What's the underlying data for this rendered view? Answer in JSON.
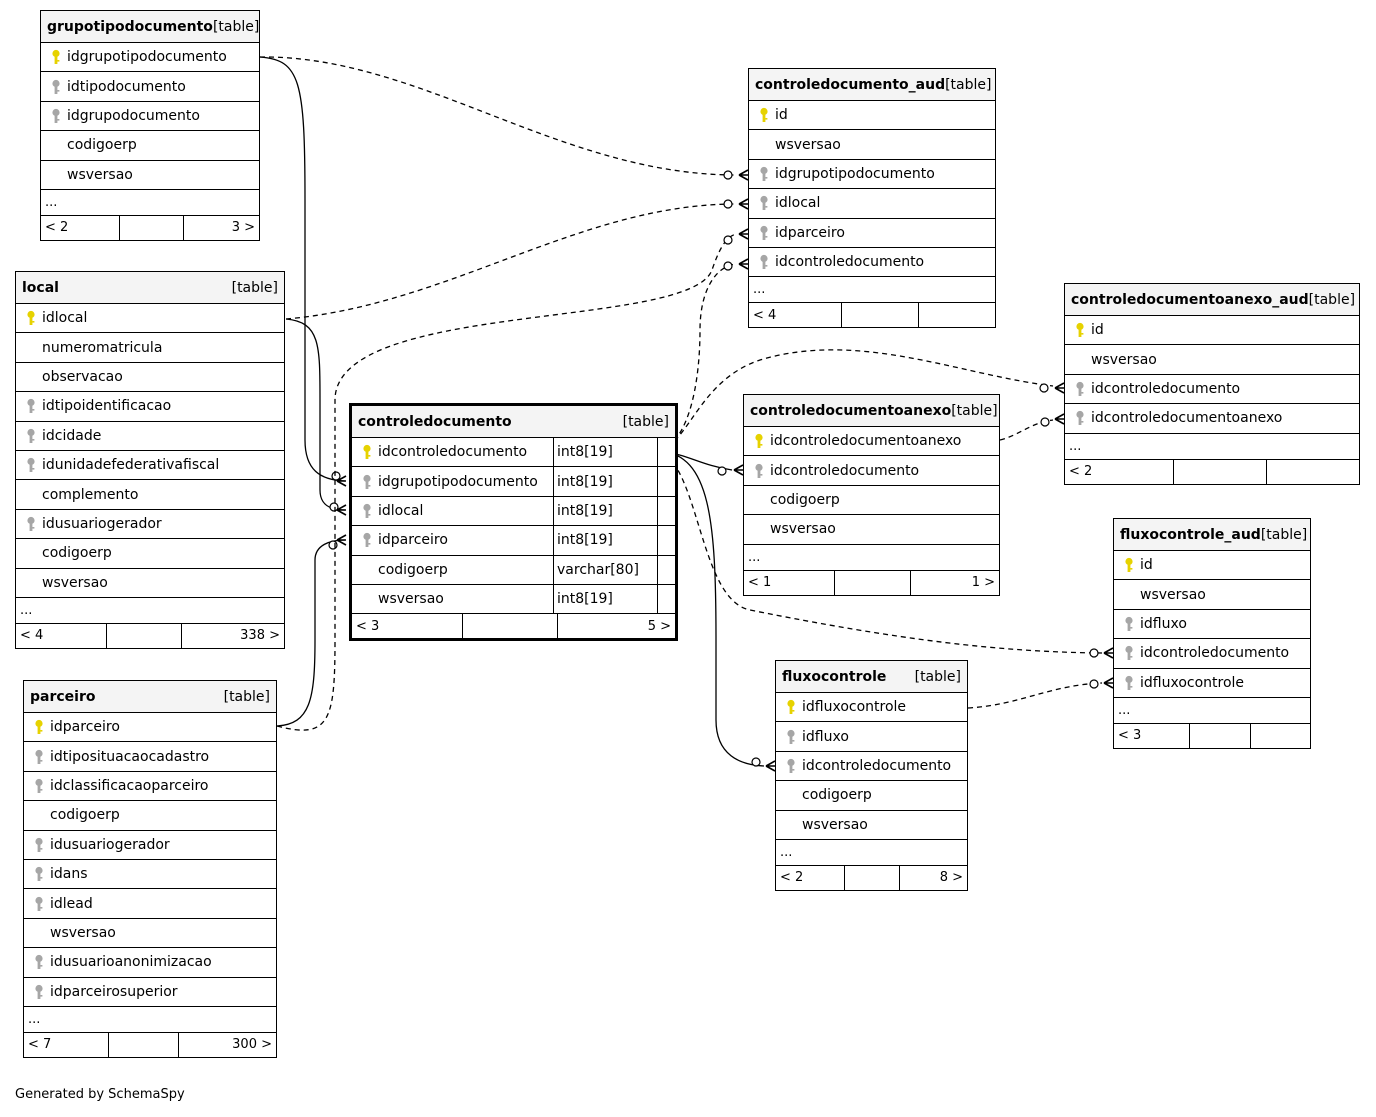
{
  "footer_text": "Generated by SchemaSpy",
  "colors": {
    "primary_key": "#e6d200",
    "foreign_key": "#a6a6a6",
    "header_bg": "#f4f4f4"
  },
  "tables": [
    {
      "id": "grupotipodocumento",
      "name": "grupotipodocumento",
      "type": "[table]",
      "columns": [
        {
          "name": "idgrupotipodocumento",
          "key": "pk"
        },
        {
          "name": "idtipodocumento",
          "key": "fk"
        },
        {
          "name": "idgrupodocumento",
          "key": "fk"
        },
        {
          "name": "codigoerp",
          "key": ""
        },
        {
          "name": "wsversao",
          "key": ""
        }
      ],
      "ellipsis": "...",
      "footer": [
        "< 2",
        "",
        "3 >"
      ]
    },
    {
      "id": "local",
      "name": "local",
      "type": "[table]",
      "columns": [
        {
          "name": "idlocal",
          "key": "pk"
        },
        {
          "name": "numeromatricula",
          "key": ""
        },
        {
          "name": "observacao",
          "key": ""
        },
        {
          "name": "idtipoidentificacao",
          "key": "fk"
        },
        {
          "name": "idcidade",
          "key": "fk"
        },
        {
          "name": "idunidadefederativafiscal",
          "key": "fk"
        },
        {
          "name": "complemento",
          "key": ""
        },
        {
          "name": "idusuariogerador",
          "key": "fk"
        },
        {
          "name": "codigoerp",
          "key": ""
        },
        {
          "name": "wsversao",
          "key": ""
        }
      ],
      "ellipsis": "...",
      "footer": [
        "< 4",
        "",
        "338 >"
      ]
    },
    {
      "id": "parceiro",
      "name": "parceiro",
      "type": "[table]",
      "columns": [
        {
          "name": "idparceiro",
          "key": "pk"
        },
        {
          "name": "idtiposituacaocadastro",
          "key": "fk"
        },
        {
          "name": "idclassificacaoparceiro",
          "key": "fk"
        },
        {
          "name": "codigoerp",
          "key": ""
        },
        {
          "name": "idusuariogerador",
          "key": "fk"
        },
        {
          "name": "idans",
          "key": "fk"
        },
        {
          "name": "idlead",
          "key": "fk"
        },
        {
          "name": "wsversao",
          "key": ""
        },
        {
          "name": "idusuarioanonimizacao",
          "key": "fk"
        },
        {
          "name": "idparceirosuperior",
          "key": "fk"
        }
      ],
      "ellipsis": "...",
      "footer": [
        "< 7",
        "",
        "300 >"
      ]
    },
    {
      "id": "controledocumento",
      "name": "controledocumento",
      "type": "[table]",
      "columns": [
        {
          "name": "idcontroledocumento",
          "key": "pk",
          "dtype": "int8[19]"
        },
        {
          "name": "idgrupotipodocumento",
          "key": "fk",
          "dtype": "int8[19]"
        },
        {
          "name": "idlocal",
          "key": "fk",
          "dtype": "int8[19]"
        },
        {
          "name": "idparceiro",
          "key": "fk",
          "dtype": "int8[19]"
        },
        {
          "name": "codigoerp",
          "key": "",
          "dtype": "varchar[80]"
        },
        {
          "name": "wsversao",
          "key": "",
          "dtype": "int8[19]"
        }
      ],
      "ellipsis": "",
      "footer": [
        "< 3",
        "",
        "5 >"
      ]
    },
    {
      "id": "controledocumento_aud",
      "name": "controledocumento_aud",
      "type": "[table]",
      "columns": [
        {
          "name": "id",
          "key": "pk"
        },
        {
          "name": "wsversao",
          "key": ""
        },
        {
          "name": "idgrupotipodocumento",
          "key": "fk"
        },
        {
          "name": "idlocal",
          "key": "fk"
        },
        {
          "name": "idparceiro",
          "key": "fk"
        },
        {
          "name": "idcontroledocumento",
          "key": "fk"
        }
      ],
      "ellipsis": "...",
      "footer": [
        "< 4",
        "",
        ""
      ]
    },
    {
      "id": "controledocumentoanexo",
      "name": "controledocumentoanexo",
      "type": "[table]",
      "columns": [
        {
          "name": "idcontroledocumentoanexo",
          "key": "pk"
        },
        {
          "name": "idcontroledocumento",
          "key": "fk"
        },
        {
          "name": "codigoerp",
          "key": ""
        },
        {
          "name": "wsversao",
          "key": ""
        }
      ],
      "ellipsis": "...",
      "footer": [
        "< 1",
        "",
        "1 >"
      ]
    },
    {
      "id": "controledocumentoanexo_aud",
      "name": "controledocumentoanexo_aud",
      "type": "[table]",
      "columns": [
        {
          "name": "id",
          "key": "pk"
        },
        {
          "name": "wsversao",
          "key": ""
        },
        {
          "name": "idcontroledocumento",
          "key": "fk"
        },
        {
          "name": "idcontroledocumentoanexo",
          "key": "fk"
        }
      ],
      "ellipsis": "...",
      "footer": [
        "< 2",
        "",
        ""
      ]
    },
    {
      "id": "fluxocontrole_aud",
      "name": "fluxocontrole_aud",
      "type": "[table]",
      "columns": [
        {
          "name": "id",
          "key": "pk"
        },
        {
          "name": "wsversao",
          "key": ""
        },
        {
          "name": "idfluxo",
          "key": "fk"
        },
        {
          "name": "idcontroledocumento",
          "key": "fk"
        },
        {
          "name": "idfluxocontrole",
          "key": "fk"
        }
      ],
      "ellipsis": "...",
      "footer": [
        "< 3",
        "",
        ""
      ]
    },
    {
      "id": "fluxocontrole",
      "name": "fluxocontrole",
      "type": "[table]",
      "columns": [
        {
          "name": "idfluxocontrole",
          "key": "pk"
        },
        {
          "name": "idfluxo",
          "key": "fk"
        },
        {
          "name": "idcontroledocumento",
          "key": "fk"
        },
        {
          "name": "codigoerp",
          "key": ""
        },
        {
          "name": "wsversao",
          "key": ""
        }
      ],
      "ellipsis": "...",
      "footer": [
        "< 2",
        "",
        "8 >"
      ]
    }
  ],
  "relationships": [
    {
      "from": "grupotipodocumento.idgrupotipodocumento",
      "to": "controledocumento.idgrupotipodocumento",
      "style": "solid"
    },
    {
      "from": "grupotipodocumento.idgrupotipodocumento",
      "to": "controledocumento_aud.idgrupotipodocumento",
      "style": "dashed"
    },
    {
      "from": "local.idlocal",
      "to": "controledocumento.idlocal",
      "style": "solid"
    },
    {
      "from": "local.idlocal",
      "to": "controledocumento_aud.idlocal",
      "style": "dashed"
    },
    {
      "from": "parceiro.idparceiro",
      "to": "controledocumento.idparceiro",
      "style": "solid"
    },
    {
      "from": "parceiro.idparceiro",
      "to": "controledocumento_aud.idparceiro",
      "style": "dashed"
    },
    {
      "from": "controledocumento.idcontroledocumento",
      "to": "controledocumento_aud.idcontroledocumento",
      "style": "dashed"
    },
    {
      "from": "controledocumento.idcontroledocumento",
      "to": "controledocumentoanexo.idcontroledocumento",
      "style": "solid"
    },
    {
      "from": "controledocumento.idcontroledocumento",
      "to": "controledocumentoanexo_aud.idcontroledocumento",
      "style": "dashed"
    },
    {
      "from": "controledocumentoanexo.idcontroledocumentoanexo",
      "to": "controledocumentoanexo_aud.idcontroledocumentoanexo",
      "style": "dashed"
    },
    {
      "from": "controledocumento.idcontroledocumento",
      "to": "fluxocontrole.idcontroledocumento",
      "style": "solid"
    },
    {
      "from": "controledocumento.idcontroledocumento",
      "to": "fluxocontrole_aud.idcontroledocumento",
      "style": "dashed"
    },
    {
      "from": "fluxocontrole.idfluxocontrole",
      "to": "fluxocontrole_aud.idfluxocontrole",
      "style": "dashed"
    }
  ]
}
